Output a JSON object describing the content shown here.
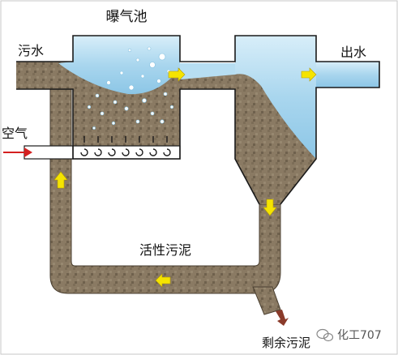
{
  "labels": {
    "aeration_tank": "曝气池",
    "influent": "污水",
    "effluent": "出水",
    "air": "空气",
    "activated_sludge": "活性污泥",
    "excess_sludge": "剩余污泥"
  },
  "watermark": {
    "text": "化工707"
  },
  "colors": {
    "water": "#9fd0ea",
    "water_highlight": "#d8eef9",
    "sludge": "#8a7a63",
    "sludge_dark": "#6b5c48",
    "tank_outline": "#1a1a1a",
    "flow_arrow": "#f5e400",
    "air_arrow": "#d42020",
    "excess_arrow": "#8a3a2a"
  }
}
